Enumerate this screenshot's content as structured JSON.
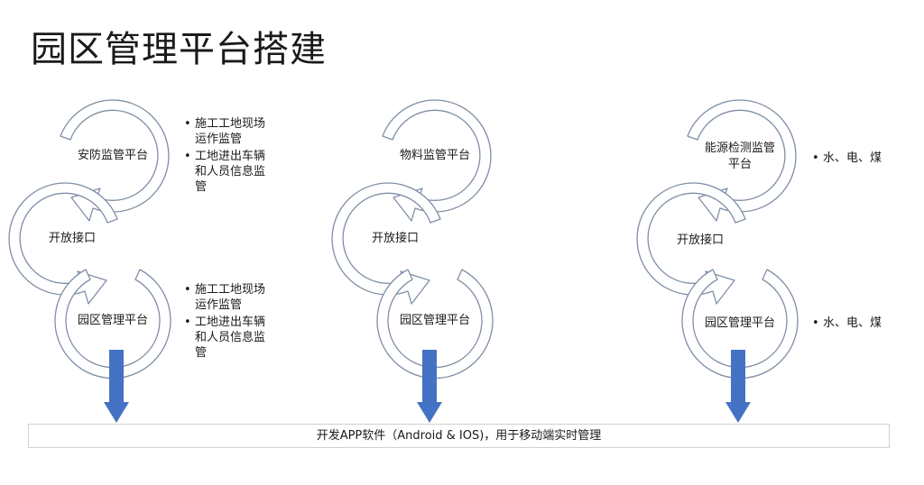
{
  "title": "园区管理平台搭建",
  "columns": [
    {
      "top_label": "安防监管平台",
      "middle_label": "开放接口",
      "bottom_label": "园区管理平台",
      "top_bullets": [
        "施工工地现场运作监管",
        "工地进出车辆和人员信息监管"
      ],
      "bottom_bullets": [
        "施工工地现场运作监管",
        "工地进出车辆和人员信息监管"
      ]
    },
    {
      "top_label": "物料监管平台",
      "middle_label": "开放接口",
      "bottom_label": "园区管理平台",
      "top_bullets": [],
      "bottom_bullets": []
    },
    {
      "top_label": "能源检测监管平台",
      "middle_label": "开放接口",
      "bottom_label": "园区管理平台",
      "top_bullets": [
        "水、电、煤"
      ],
      "bottom_bullets": [
        "水、电、煤"
      ]
    }
  ],
  "bottom_bar": "开发APP软件（Android & IOS)，用于移动端实时管理",
  "colors": {
    "arc_stroke": "#7f8fa6",
    "arrow_fill": "#4472c4"
  }
}
